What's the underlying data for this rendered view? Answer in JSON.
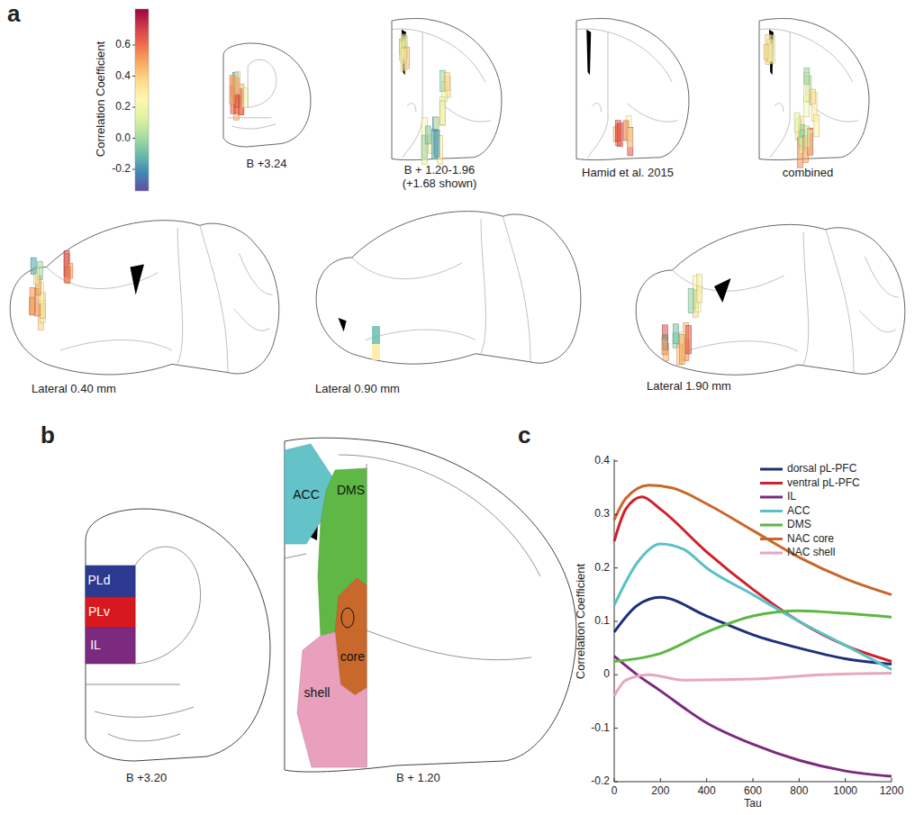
{
  "diagram": {
    "nodes": [
      {
        "text": [
          "PLd"
        ]
      },
      {
        "text": [
          "PLv"
        ]
      },
      {
        "text": [
          "IL"
        ]
      },
      {
        "text": [
          "ACC"
        ]
      },
      {
        "text": [
          "DMS"
        ]
      },
      {
        "text": [
          "core"
        ]
      },
      {
        "text": [
          "shell"
        ]
      }
    ],
    "labels": [
      "a",
      "Correlation Coefficient",
      "0.6",
      "0.4",
      "0.2",
      "0.0",
      "-0.2",
      "B +3.24",
      "B + 1.20-1.96 (+1.68 shown)",
      "Hamid et al. 2015",
      "combined",
      "Lateral 0.40 mm",
      "Lateral 0.90 mm",
      "Lateral 1.90 mm",
      "b",
      "B +3.20",
      "B + 1.20",
      "c",
      "Correlation Coefficient",
      "Tau",
      "0.4",
      "0.3",
      "0.2",
      "0.1",
      "0",
      "-0.1",
      "-0.2",
      "0",
      "200",
      "400",
      "600",
      "800",
      "1000",
      "1200"
    ],
    "legend": [
      {
        "text": "dorsal pL-PFC"
      },
      {
        "text": "ventral pL-PFC"
      },
      {
        "text": "IL"
      },
      {
        "text": "ACC"
      },
      {
        "text": "DMS"
      },
      {
        "text": "NAC core"
      },
      {
        "text": "NAC shell"
      }
    ]
  }
}
